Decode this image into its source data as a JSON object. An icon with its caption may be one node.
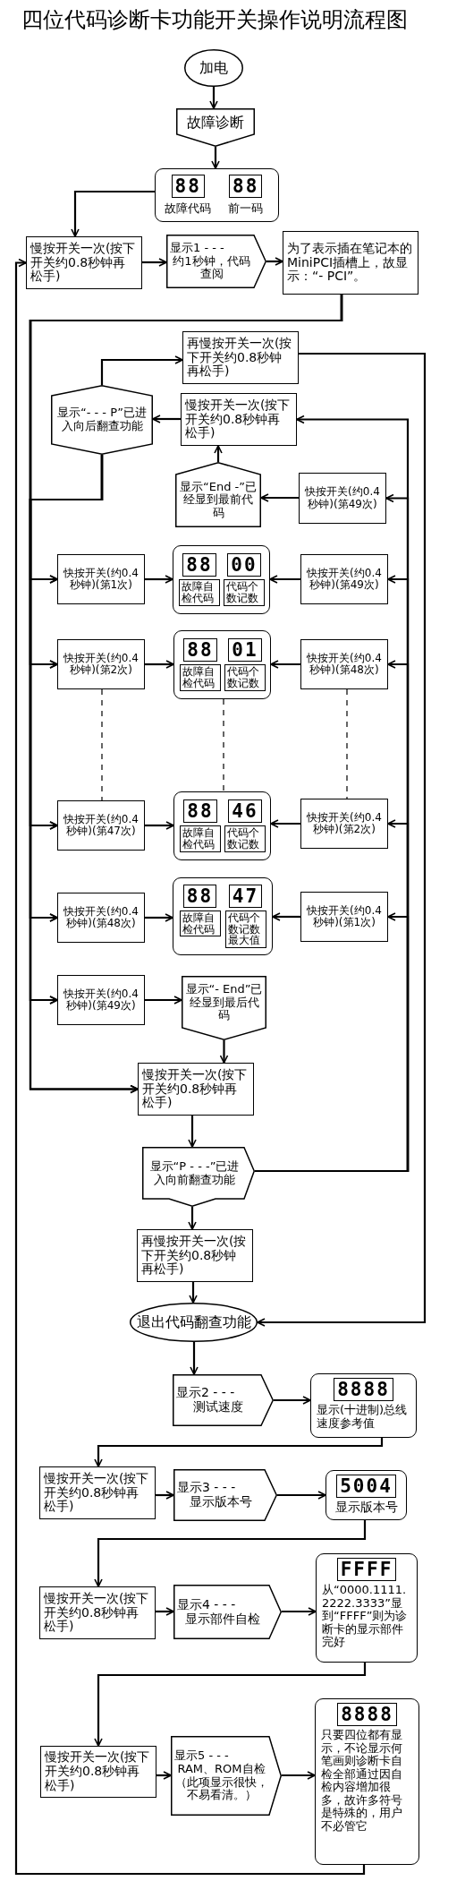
{
  "diagram": {
    "title": "四位代码诊断卡功能开关操作说明流程图",
    "nodes": [
      {
        "text": [
          "加电"
        ]
      },
      {
        "text": [
          "故障诊断"
        ]
      },
      {
        "text": [
          "88",
          "88",
          "故障代码",
          "前一码"
        ]
      },
      {
        "text": [
          "慢按开关一次(按下开关约0.8秒钟再松手)"
        ]
      },
      {
        "text": [
          "显示1 - - -",
          "约1秒钟，代码查阅"
        ]
      },
      {
        "text": [
          "为了表示插在笔记本的MiniPCI插槽上，故显示：“- PCI”。"
        ]
      },
      {
        "text": [
          "再慢按开关一次(按下开关约0.8秒钟再松手)"
        ]
      },
      {
        "text": [
          "显示“- - - P”已进入向后翻查功能"
        ]
      },
      {
        "text": [
          "慢按开关一次(按下开关约0.8秒钟再松手)"
        ]
      },
      {
        "text": [
          "显示“End -”已经显到最前代码"
        ]
      },
      {
        "text": [
          "快按开关(约0.4秒钟)(第49次)"
        ]
      },
      {
        "text": [
          "快按开关(约0.4秒钟)(第1次)"
        ]
      },
      {
        "text": [
          "88",
          "00",
          "故障自检代码",
          "代码个数记数"
        ]
      },
      {
        "text": [
          "快按开关(约0.4秒钟)(第49次)"
        ]
      },
      {
        "text": [
          "快按开关(约0.4秒钟)(第2次)"
        ]
      },
      {
        "text": [
          "88",
          "01",
          "故障自检代码",
          "代码个数记数"
        ]
      },
      {
        "text": [
          "快按开关(约0.4秒钟)(第48次)"
        ]
      },
      {
        "text": [
          "快按开关(约0.4秒钟)(第47次)"
        ]
      },
      {
        "text": [
          "88",
          "46",
          "故障自检代码",
          "代码个数记数"
        ]
      },
      {
        "text": [
          "快按开关(约0.4秒钟)(第2次)"
        ]
      },
      {
        "text": [
          "快按开关(约0.4秒钟)(第48次)"
        ]
      },
      {
        "text": [
          "88",
          "47",
          "故障自检代码",
          "代码个数记数最大值"
        ]
      },
      {
        "text": [
          "快按开关(约0.4秒钟)(第1次)"
        ]
      },
      {
        "text": [
          "快按开关(约0.4秒钟)(第49次)"
        ]
      },
      {
        "text": [
          "显示“- End”已经显到最后代码"
        ]
      },
      {
        "text": [
          "慢按开关一次(按下开关约0.8秒钟再松手)"
        ]
      },
      {
        "text": [
          "显示“P - - -”已进入向前翻查功能"
        ]
      },
      {
        "text": [
          "再慢按开关一次(按下开关约0.8秒钟再松手)"
        ]
      },
      {
        "text": [
          "退出代码翻查功能"
        ]
      },
      {
        "text": [
          "显示2 - - -",
          "测试速度"
        ]
      },
      {
        "text": [
          "8888",
          "显示(十进制)总线速度参考值"
        ]
      },
      {
        "text": [
          "慢按开关一次(按下开关约0.8秒钟再松手)"
        ]
      },
      {
        "text": [
          "显示3 - - -",
          "显示版本号"
        ]
      },
      {
        "text": [
          "5004",
          "显示版本号"
        ]
      },
      {
        "text": [
          "慢按开关一次(按下开关约0.8秒钟再松手)"
        ]
      },
      {
        "text": [
          "显示4 - - -",
          "显示部件自检"
        ]
      },
      {
        "text": [
          "FFFF",
          "从“0000.1111.2222.3333”显到“FFFF”则为诊断卡的显示部件完好"
        ]
      },
      {
        "text": [
          "慢按开关一次(按下开关约0.8秒钟再松手)"
        ]
      },
      {
        "text": [
          "显示5 - - -",
          "RAM、ROM自检",
          "（此项显示很快，不易看清。）"
        ]
      },
      {
        "text": [
          "8888",
          "只要四位都有显示，不论显示何笔画则诊断卡自检全部通过因自检内容增加很多，故许多符号是特殊的，用户不必管它"
        ]
      }
    ],
    "edges": [
      {
        "from": 0,
        "to": 1,
        "arrow": "to"
      },
      {
        "from": 1,
        "to": 2,
        "arrow": "to"
      },
      {
        "from": 2,
        "to": 3,
        "arrow": "to"
      },
      {
        "from": 3,
        "to": 4,
        "arrow": "to"
      },
      {
        "from": 4,
        "to": 5,
        "arrow": "to"
      },
      {
        "from": 5,
        "to": 11,
        "arrow": "to"
      },
      {
        "from": 5,
        "to": 14,
        "arrow": "to"
      },
      {
        "from": 5,
        "to": 17,
        "arrow": "to"
      },
      {
        "from": 5,
        "to": 20,
        "arrow": "to"
      },
      {
        "from": 5,
        "to": 23,
        "arrow": "to"
      },
      {
        "from": 5,
        "to": 25,
        "arrow": "to"
      },
      {
        "from": 7,
        "to": 11,
        "arrow": "to"
      },
      {
        "from": 7,
        "to": 14,
        "arrow": "to"
      },
      {
        "from": 7,
        "to": 17,
        "arrow": "to"
      },
      {
        "from": 7,
        "to": 20,
        "arrow": "to"
      },
      {
        "from": 7,
        "to": 23,
        "arrow": "to"
      },
      {
        "from": 7,
        "to": 25,
        "arrow": "to"
      },
      {
        "from": 7,
        "to": 6,
        "arrow": "to"
      },
      {
        "from": 8,
        "to": 7,
        "arrow": "to"
      },
      {
        "from": 9,
        "to": 8,
        "arrow": "to"
      },
      {
        "from": 10,
        "to": 9,
        "arrow": "to"
      },
      {
        "from": 11,
        "to": 12,
        "arrow": "to"
      },
      {
        "from": 13,
        "to": 12,
        "arrow": "to"
      },
      {
        "from": 14,
        "to": 15,
        "arrow": "to"
      },
      {
        "from": 16,
        "to": 15,
        "arrow": "to"
      },
      {
        "from": 17,
        "to": 18,
        "arrow": "to"
      },
      {
        "from": 19,
        "to": 18,
        "arrow": "to"
      },
      {
        "from": 20,
        "to": 21,
        "arrow": "to"
      },
      {
        "from": 22,
        "to": 21,
        "arrow": "to"
      },
      {
        "from": 23,
        "to": 24,
        "arrow": "to"
      },
      {
        "from": 24,
        "to": 25,
        "arrow": "to"
      },
      {
        "from": 25,
        "to": 26,
        "arrow": "to"
      },
      {
        "from": 26,
        "to": 27,
        "arrow": "to"
      },
      {
        "from": 26,
        "to": 8,
        "arrow": "to"
      },
      {
        "from": 26,
        "to": 10,
        "arrow": "to"
      },
      {
        "from": 26,
        "to": 13,
        "arrow": "to"
      },
      {
        "from": 26,
        "to": 16,
        "arrow": "to"
      },
      {
        "from": 26,
        "to": 19,
        "arrow": "to"
      },
      {
        "from": 26,
        "to": 22,
        "arrow": "to"
      },
      {
        "from": 6,
        "to": 28,
        "arrow": "to"
      },
      {
        "from": 27,
        "to": 28,
        "arrow": "to"
      },
      {
        "from": 28,
        "to": 29,
        "arrow": "to"
      },
      {
        "from": 29,
        "to": 30,
        "arrow": "to"
      },
      {
        "from": 30,
        "to": 31,
        "arrow": "to"
      },
      {
        "from": 31,
        "to": 32,
        "arrow": "to"
      },
      {
        "from": 32,
        "to": 33,
        "arrow": "to"
      },
      {
        "from": 33,
        "to": 34,
        "arrow": "to"
      },
      {
        "from": 34,
        "to": 35,
        "arrow": "to"
      },
      {
        "from": 35,
        "to": 36,
        "arrow": "to"
      },
      {
        "from": 36,
        "to": 37,
        "arrow": "to"
      },
      {
        "from": 37,
        "to": 38,
        "arrow": "to"
      },
      {
        "from": 38,
        "to": 39,
        "arrow": "to"
      },
      {
        "from": 39,
        "to": 3,
        "arrow": "to"
      },
      {
        "from": 14,
        "to": 17,
        "arrow": "none",
        "style": "dashed"
      },
      {
        "from": 15,
        "to": 18,
        "arrow": "none",
        "style": "dashed"
      },
      {
        "from": 16,
        "to": 19,
        "arrow": "none",
        "style": "dashed"
      }
    ]
  }
}
